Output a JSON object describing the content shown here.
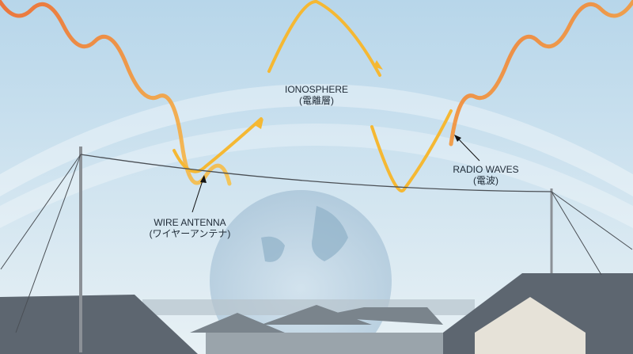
{
  "labels": {
    "ionosphere": {
      "en": "IONOSPHERE",
      "jp": "(電離層)"
    },
    "radio_waves": {
      "en": "RADIO WAVES",
      "jp": "(電波)"
    },
    "wire_antenna": {
      "en": "WIRE ANTENNA",
      "jp": "(ワイヤーアンテナ)"
    }
  },
  "colors": {
    "sky_top": "#b9d7ea",
    "sky_bottom": "#e6f0f5",
    "wave": "#f5b833",
    "wave_hot": "#f07a2a",
    "roof": "#5d6670"
  }
}
